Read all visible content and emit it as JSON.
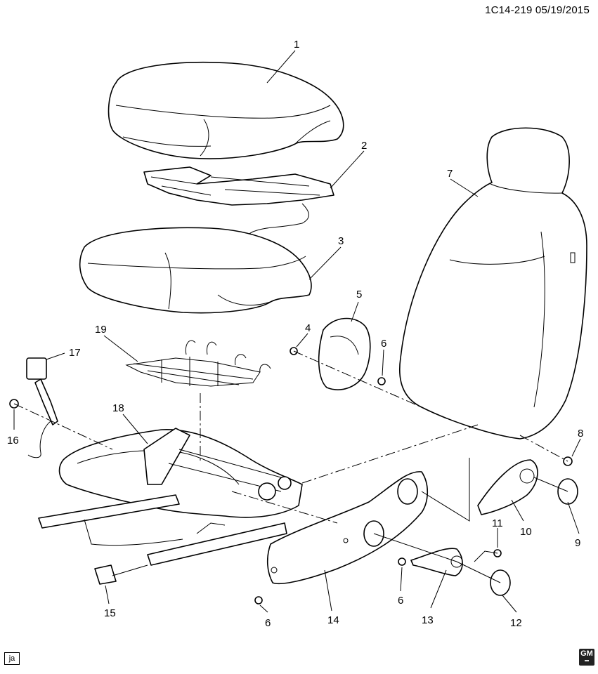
{
  "header": {
    "reference": "1C14-219 05/19/2015"
  },
  "callouts": [
    "1",
    "2",
    "3",
    "4",
    "5",
    "6",
    "7",
    "8",
    "9",
    "10",
    "11",
    "12",
    "13",
    "14",
    "15",
    "16",
    "17",
    "18",
    "19"
  ],
  "footer": {
    "author_initials": "ja",
    "logo_text": "GM"
  }
}
